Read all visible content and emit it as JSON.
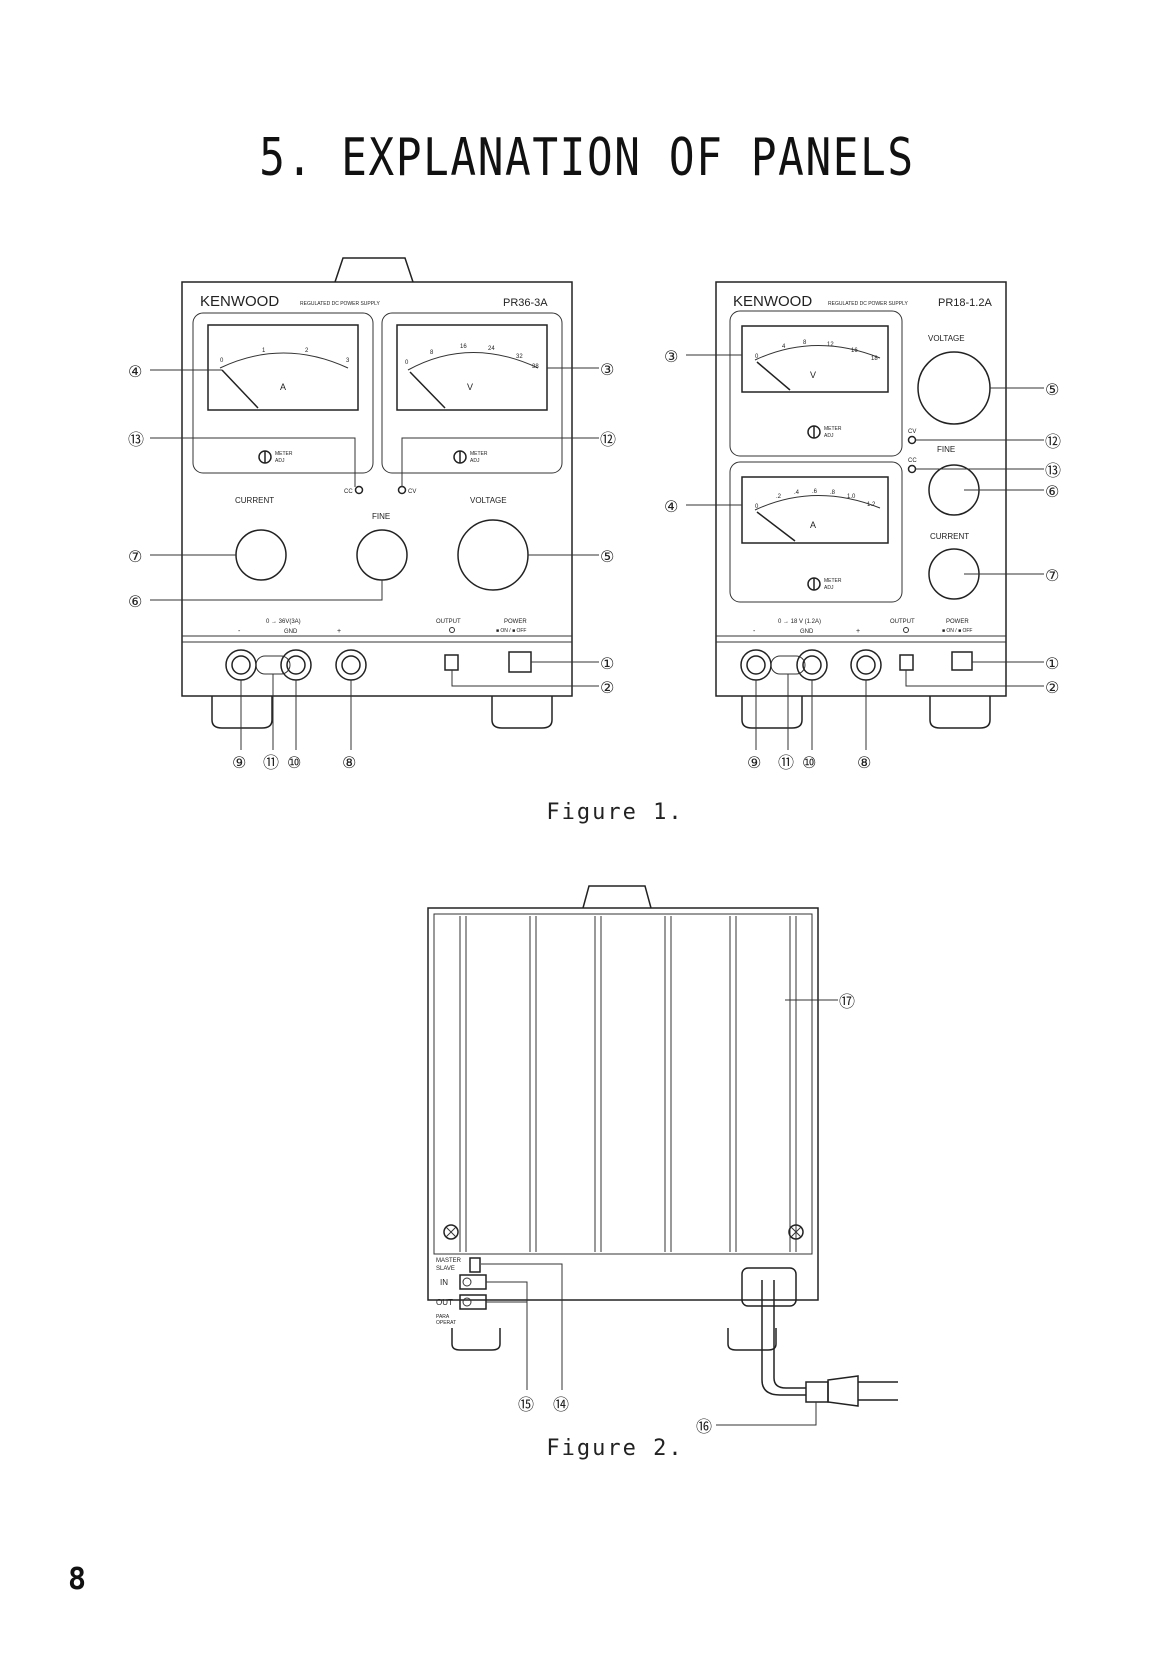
{
  "page": {
    "title": "5.  EXPLANATION OF PANELS",
    "page_number": "8",
    "figure1_caption": "Figure 1.",
    "figure2_caption": "Figure 2."
  },
  "unit_a": {
    "brand": "KENWOOD",
    "subtitle": "REGULATED DC POWER SUPPLY",
    "model": "PR36-3A",
    "ammeter_ticks": [
      "0",
      "1",
      "2",
      "3"
    ],
    "ammeter_unit": "A",
    "voltmeter_ticks": [
      "0",
      "8",
      "16",
      "24",
      "32",
      "38"
    ],
    "voltmeter_unit": "V",
    "meter_adj": [
      "METER",
      "ADJ"
    ],
    "cc_label": "CC",
    "cv_label": "CV",
    "knob_current_label": "CURRENT",
    "knob_fine_label": "FINE",
    "knob_voltage_label": "VOLTAGE",
    "range_label": "0 → 36V(3A)",
    "gnd_label": "GND",
    "minus_label": "-",
    "plus_label": "+",
    "output_label": "OUTPUT",
    "power_label": "POWER",
    "power_sub": "■ ON / ■ OFF"
  },
  "unit_b": {
    "brand": "KENWOOD",
    "subtitle": "REGULATED DC POWER SUPPLY",
    "model": "PR18-1.2A",
    "voltmeter_ticks": [
      "0",
      "4",
      "8",
      "12",
      "16",
      "18"
    ],
    "voltmeter_unit": "V",
    "ammeter_ticks": [
      "0",
      ".2",
      ".4",
      ".6",
      ".8",
      "1.0",
      "1.2"
    ],
    "ammeter_unit": "A",
    "meter_adj": [
      "METER",
      "ADJ"
    ],
    "cv_label": "CV",
    "cc_label": "CC",
    "knob_voltage_label": "VOLTAGE",
    "knob_fine_label": "FINE",
    "knob_current_label": "CURRENT",
    "range_label": "0 → 18 V (1.2A)",
    "gnd_label": "GND",
    "minus_label": "-",
    "plus_label": "+",
    "output_label": "OUTPUT",
    "power_label": "POWER",
    "power_sub": "■ ON / ■ OFF"
  },
  "rear": {
    "master_label": "MASTER",
    "slave_label": "SLAVE",
    "in_label": "IN",
    "out_label": "OUT",
    "para_label": "PARA",
    "operat_label": "OPERAT"
  },
  "callouts": {
    "c1": "①",
    "c2": "②",
    "c3": "③",
    "c4": "④",
    "c5": "⑤",
    "c6": "⑥",
    "c7": "⑦",
    "c8": "⑧",
    "c9": "⑨",
    "c10": "⑩",
    "c11": "⑪",
    "c12": "⑫",
    "c13": "⑬",
    "c14": "⑭",
    "c15": "⑮",
    "c16": "⑯",
    "c17": "⑰"
  }
}
